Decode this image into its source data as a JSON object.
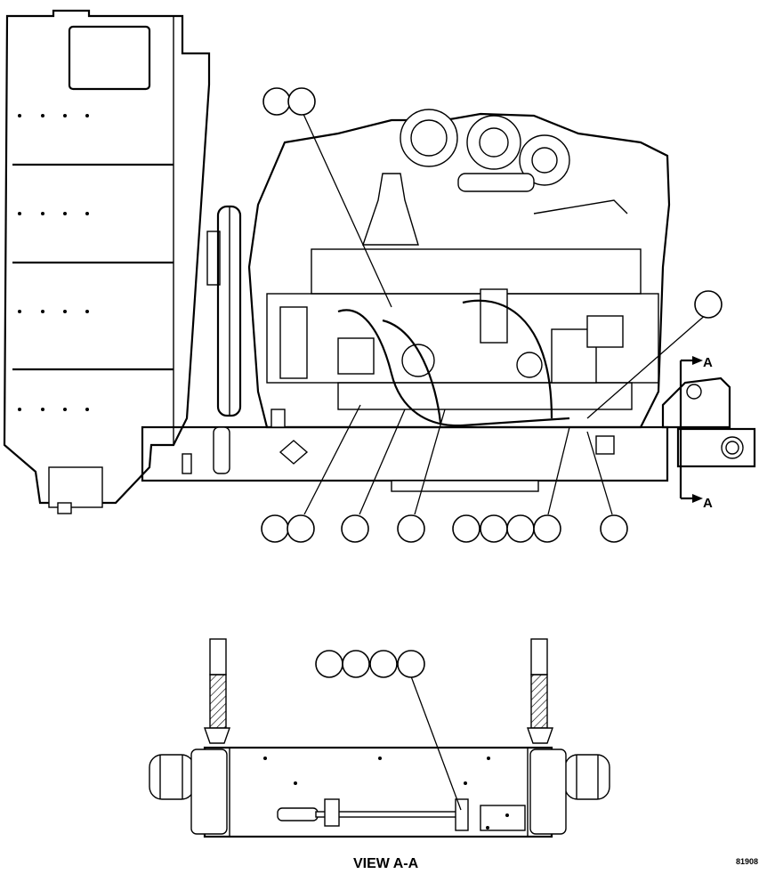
{
  "drawing": {
    "section_marker": "A",
    "view_label": "VIEW A-A",
    "figure_number": "81908"
  },
  "callouts": {
    "main_view": [
      {
        "id": "c1"
      },
      {
        "id": "c2"
      },
      {
        "id": "c3"
      },
      {
        "id": "c4"
      },
      {
        "id": "c5"
      },
      {
        "id": "c6"
      },
      {
        "id": "c7"
      },
      {
        "id": "c8"
      },
      {
        "id": "c9"
      },
      {
        "id": "c10"
      },
      {
        "id": "c11"
      },
      {
        "id": "c12"
      },
      {
        "id": "c13"
      }
    ],
    "view_a_a": [
      {
        "id": "c14"
      },
      {
        "id": "c15"
      },
      {
        "id": "c16"
      },
      {
        "id": "c17"
      }
    ]
  }
}
